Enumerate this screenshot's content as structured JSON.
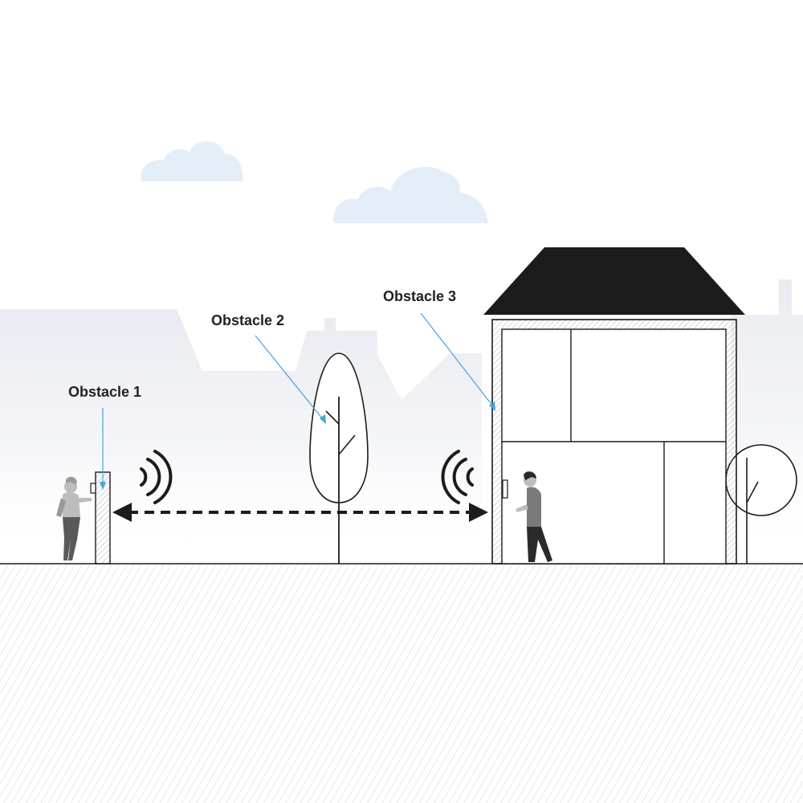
{
  "labels": {
    "obstacle_1": "Obstacle 1",
    "obstacle_2": "Obstacle 2",
    "obstacle_3": "Obstacle 3"
  },
  "colors": {
    "sky_cloud": "#e3eef9",
    "skyline": "#eceef3",
    "ink": "#1c1c1c",
    "leader": "#4aa3d6",
    "ground_hatch": "#d6d6d6",
    "label_text": "#222222"
  }
}
